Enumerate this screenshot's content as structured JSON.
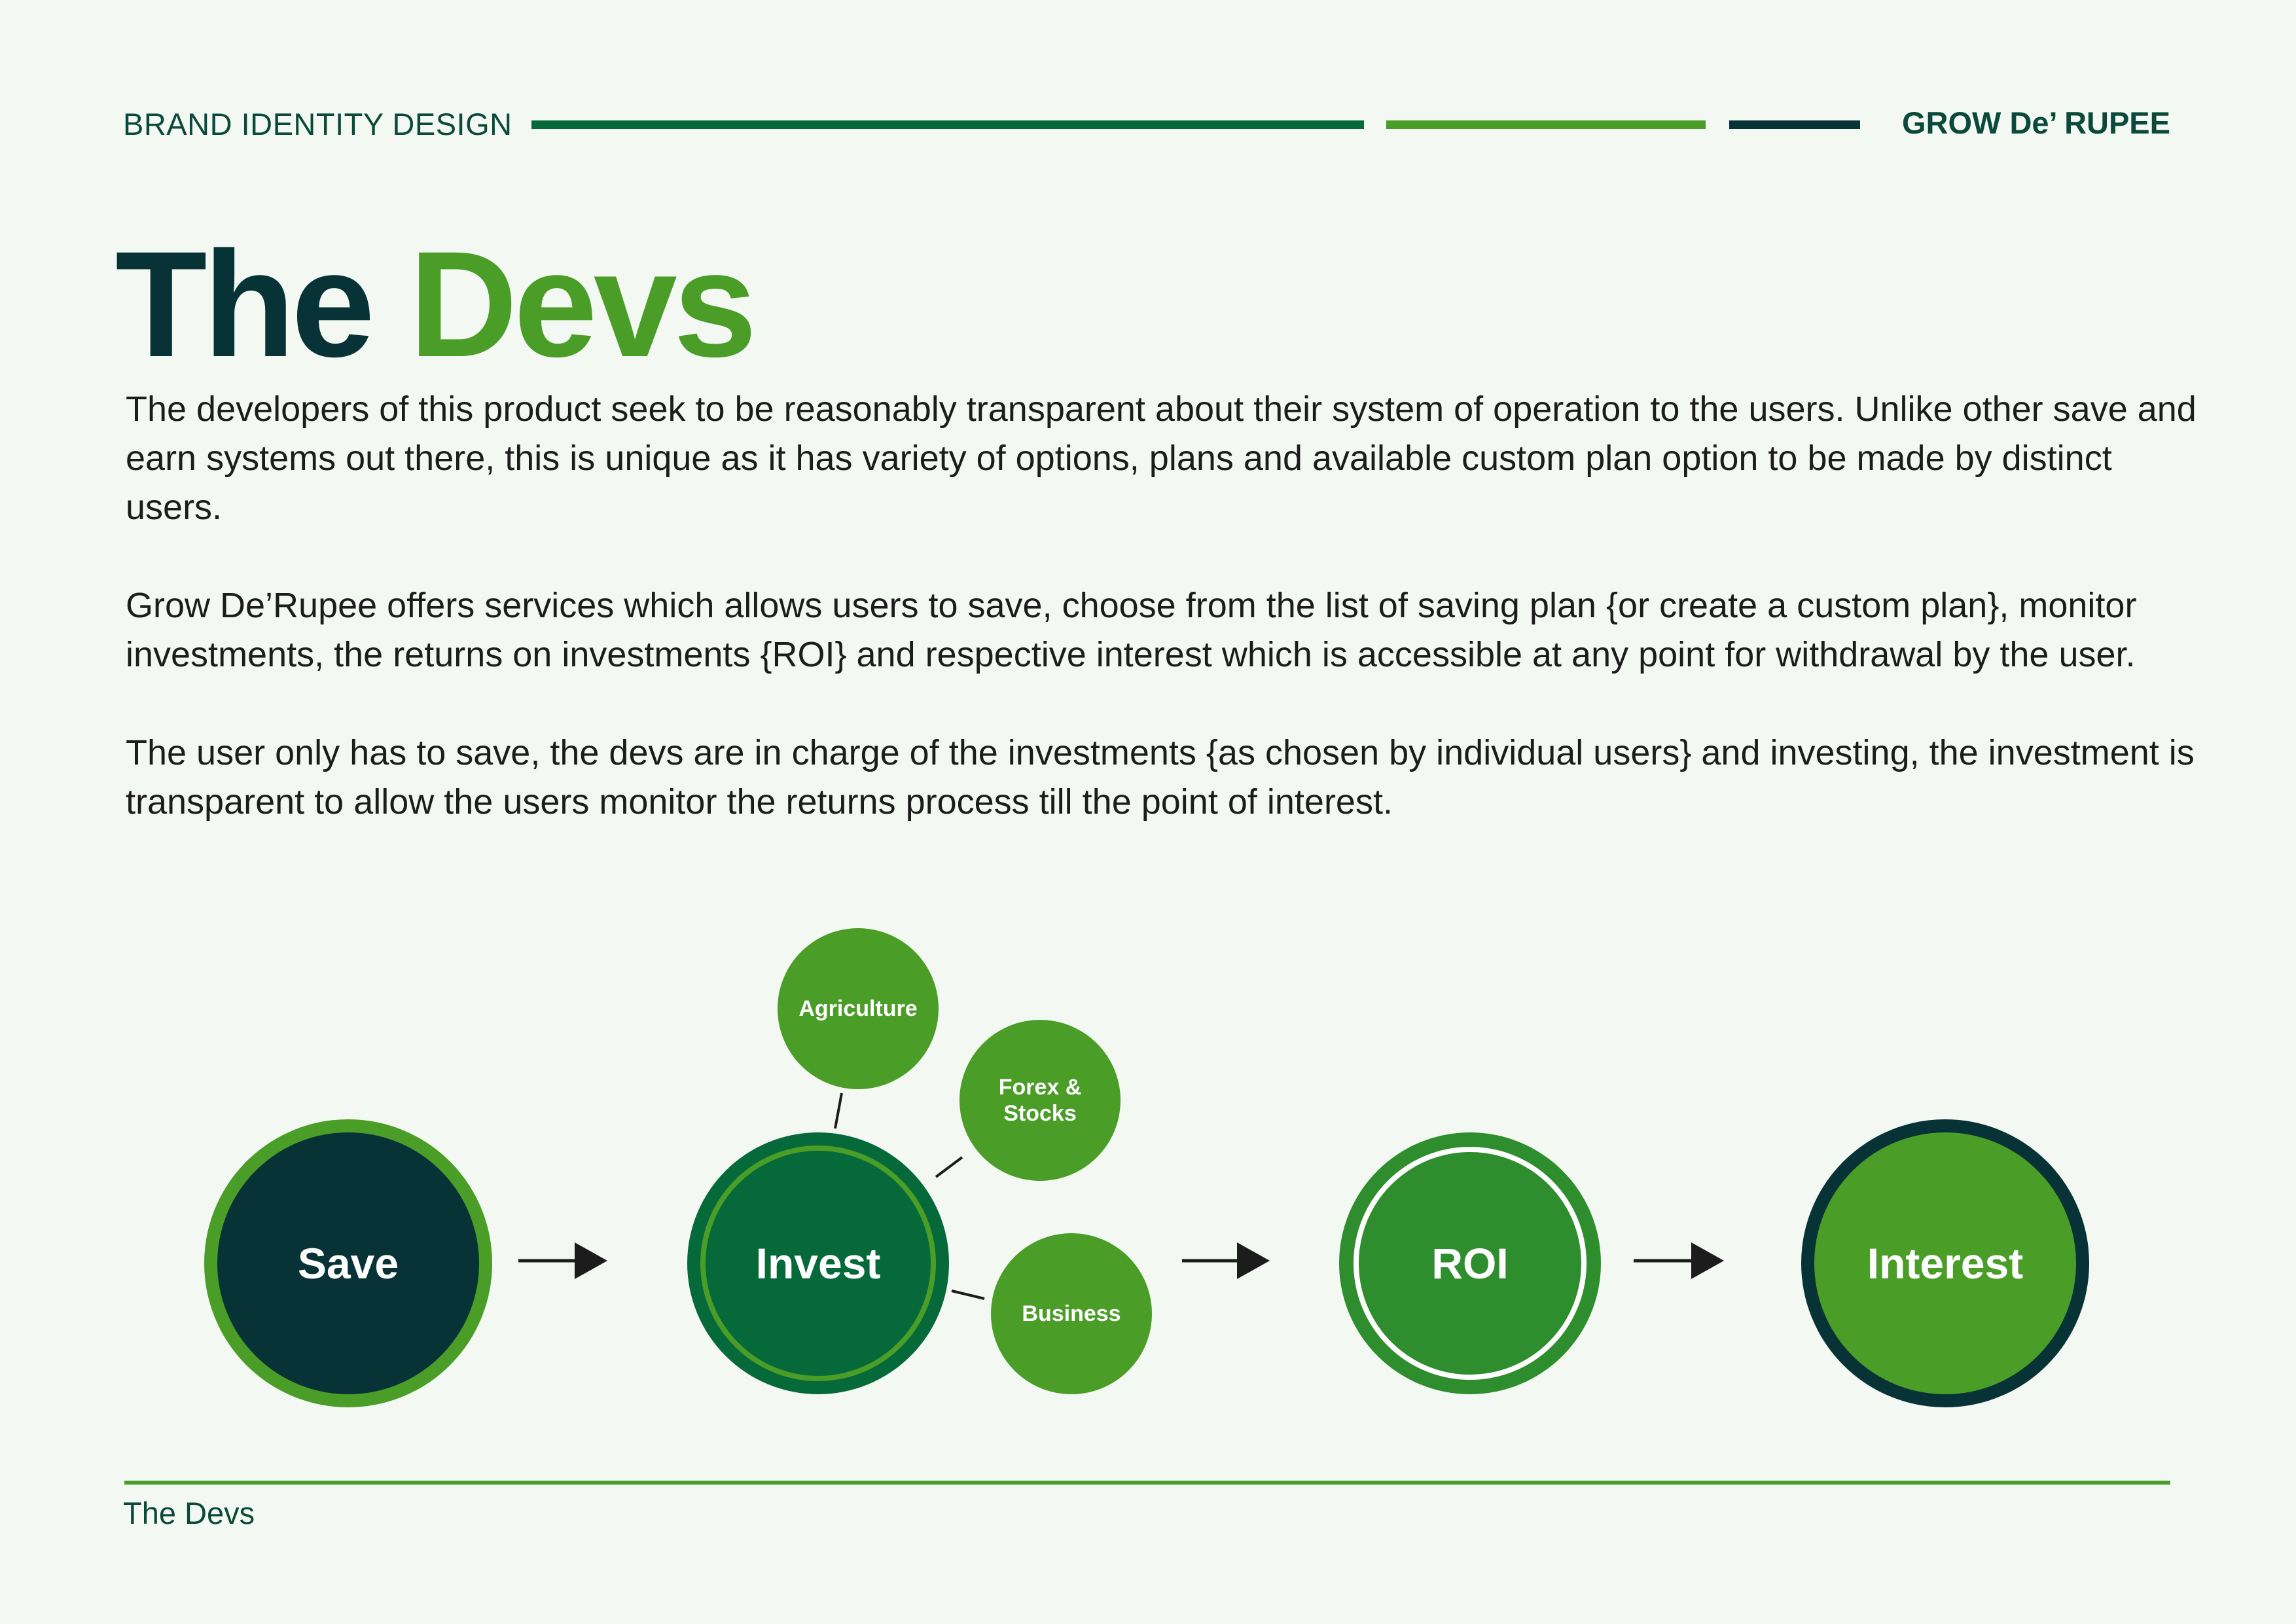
{
  "header": {
    "left_label": "BRAND IDENTITY DESIGN",
    "right_label": "GROW De’ RUPEE"
  },
  "title": {
    "part1": "The",
    "part2": "Devs"
  },
  "body": {
    "paragraphs": [
      "The developers of this product seek to be reasonably transparent about their system of operation to the users. Unlike other save and earn systems out there, this is unique as it has variety of options, plans and available custom plan option to be made by distinct users.",
      "Grow De’Rupee offers services which allows users to save, choose from the list of saving plan {or create a custom plan}, monitor investments, the returns on investments {ROI} and respective interest which is accessible at any point for withdrawal by the user.",
      "The user only has to save, the devs are in charge of the investments {as chosen by individual users} and investing, the investment is transparent to allow the users monitor the returns process till the point of interest."
    ]
  },
  "diagram": {
    "steps": {
      "save": "Save",
      "invest": "Invest",
      "roi": "ROI",
      "interest": "Interest"
    },
    "investment_types": {
      "agriculture": "Agriculture",
      "forex_line1": "Forex &",
      "forex_line2": "Stocks",
      "business": "Business"
    }
  },
  "footer": {
    "label": "The Devs"
  },
  "colors": {
    "background": "#f3f8f2",
    "dark_teal": "#073336",
    "dark_green": "#05693a",
    "mid_green": "#2e8e2d",
    "bright_green": "#4a9e27"
  }
}
